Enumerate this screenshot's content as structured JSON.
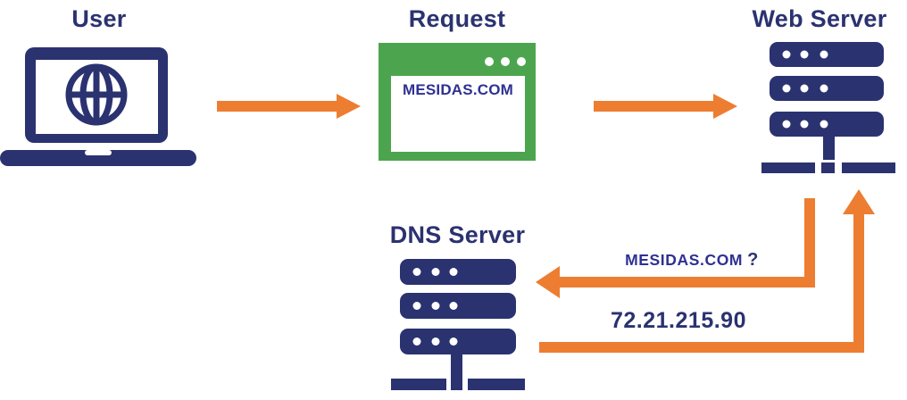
{
  "colors": {
    "navy": "#2B3270",
    "orange": "#ED7D31",
    "green": "#4CA54E",
    "royal": "#2E3192",
    "white": "#FFFFFF"
  },
  "nodes": {
    "user": {
      "label": "User",
      "icon": "laptop-globe-icon"
    },
    "request": {
      "label": "Request",
      "icon": "browser-window-icon",
      "url_text": "MESIDAS.COM"
    },
    "web_server": {
      "label": "Web Server",
      "icon": "server-rack-icon"
    },
    "dns_server": {
      "label": "DNS Server",
      "icon": "server-rack-icon"
    }
  },
  "flows": {
    "user_to_request": {
      "from": "user",
      "to": "request",
      "style": "orange-arrow-right"
    },
    "request_to_server": {
      "from": "request",
      "to": "web_server",
      "style": "orange-arrow-right"
    },
    "query": {
      "from": "web_server",
      "to": "dns_server",
      "label": "MESIDAS.COM",
      "suffix": "?"
    },
    "response": {
      "from": "dns_server",
      "to": "web_server",
      "label": "72.21.215.90"
    }
  }
}
